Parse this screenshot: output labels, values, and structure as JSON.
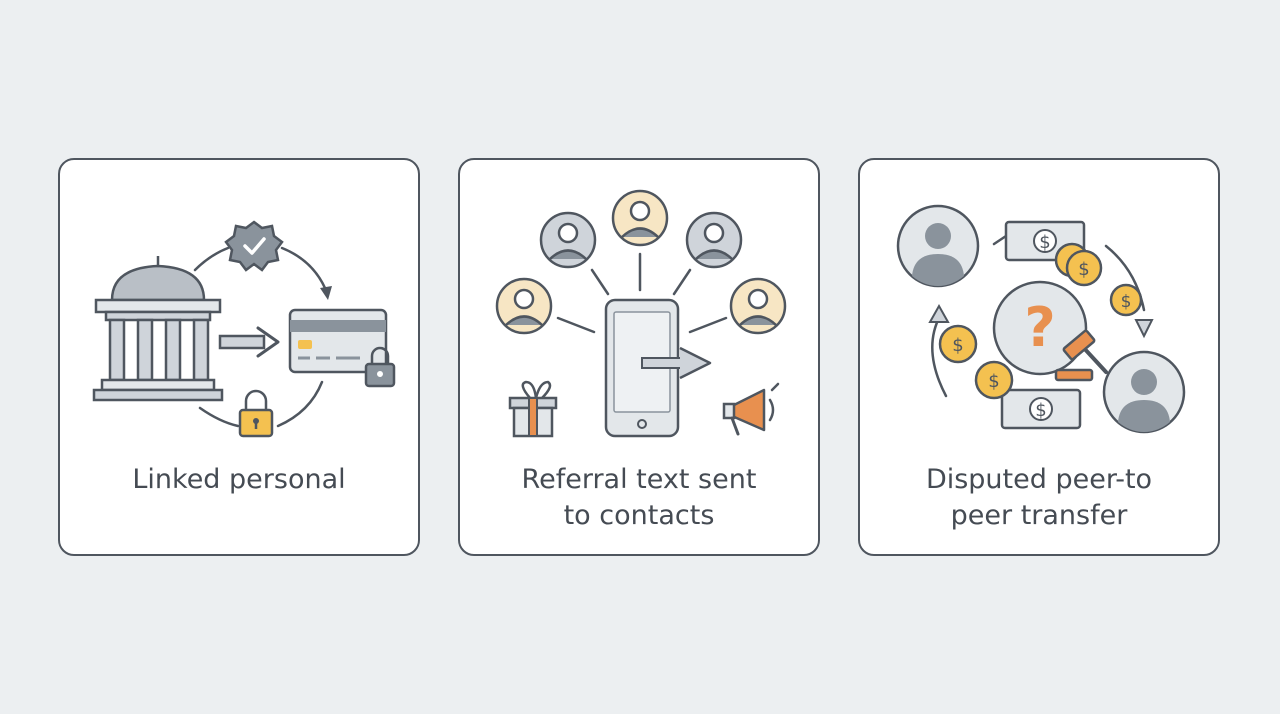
{
  "cards": [
    {
      "caption": "Linked personal"
    },
    {
      "caption": "Referral text sent\nto contacts"
    },
    {
      "caption": "Disputed peer-to\npeer transfer"
    }
  ],
  "icons": {
    "dollar_glyph": "$",
    "question_glyph": "?"
  },
  "colors": {
    "background": "#eceff1",
    "card_border": "#4f565f",
    "outline": "#4f565f",
    "fill_gray": "#cfd4da",
    "fill_light": "#e3e7ea",
    "accent_gold": "#f4c150",
    "accent_orange": "#e8904f",
    "avatar_bg": "#f7e6c4"
  }
}
